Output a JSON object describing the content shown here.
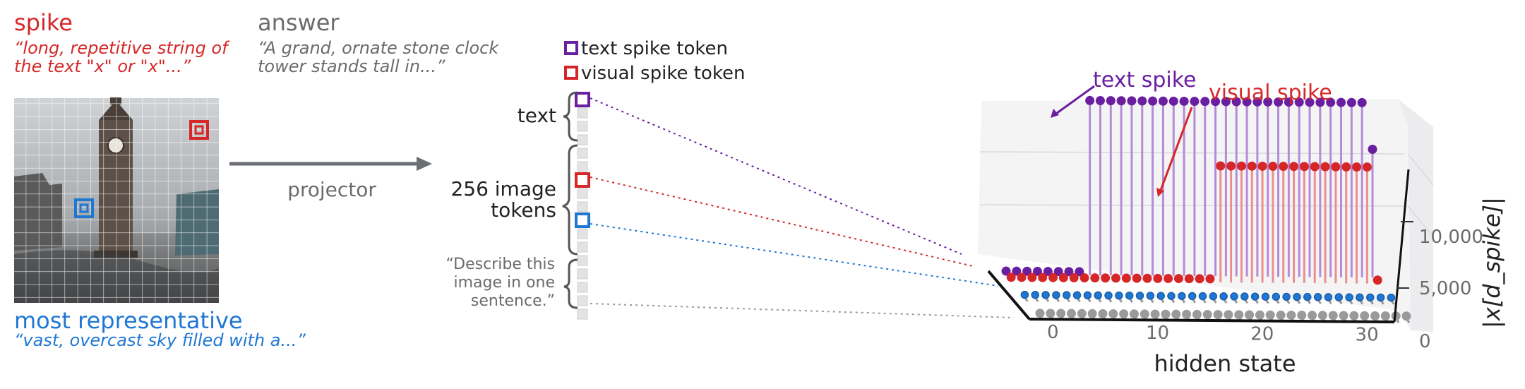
{
  "captions": {
    "spike_title": "spike",
    "spike_quote_1": "“long, repetitive string of",
    "spike_quote_2": "the text \"x\" or \"x\"...”",
    "answer_title": "answer",
    "answer_quote_1": "“A grand, ornate stone clock",
    "answer_quote_2": "tower stands tall in...”",
    "rep_title": "most representative",
    "rep_quote": "“vast, overcast sky filled with a...”",
    "projector": "projector"
  },
  "legend": {
    "text_spike": "text spike token",
    "visual_spike": "visual spike token"
  },
  "token_column": {
    "text_label": "text",
    "image_label_1": "256 image",
    "image_label_2": "tokens",
    "prompt_1": "“Describe this",
    "prompt_2": "image in one",
    "prompt_3": "sentence.”"
  },
  "chart_data": {
    "type": "3d-stem",
    "xlabel": "hidden state",
    "zlabel": "|x[d_spike]|",
    "x_ticks": [
      0,
      10,
      20,
      30
    ],
    "z_ticks": [
      "0",
      "5,000",
      "10,000"
    ],
    "annotations": [
      "text spike",
      "visual spike"
    ],
    "colors": {
      "text_spike": "#6a1fa0",
      "visual_spike": "#d62728",
      "representative": "#1f77d4",
      "prompt": "#9a9a9a"
    }
  }
}
